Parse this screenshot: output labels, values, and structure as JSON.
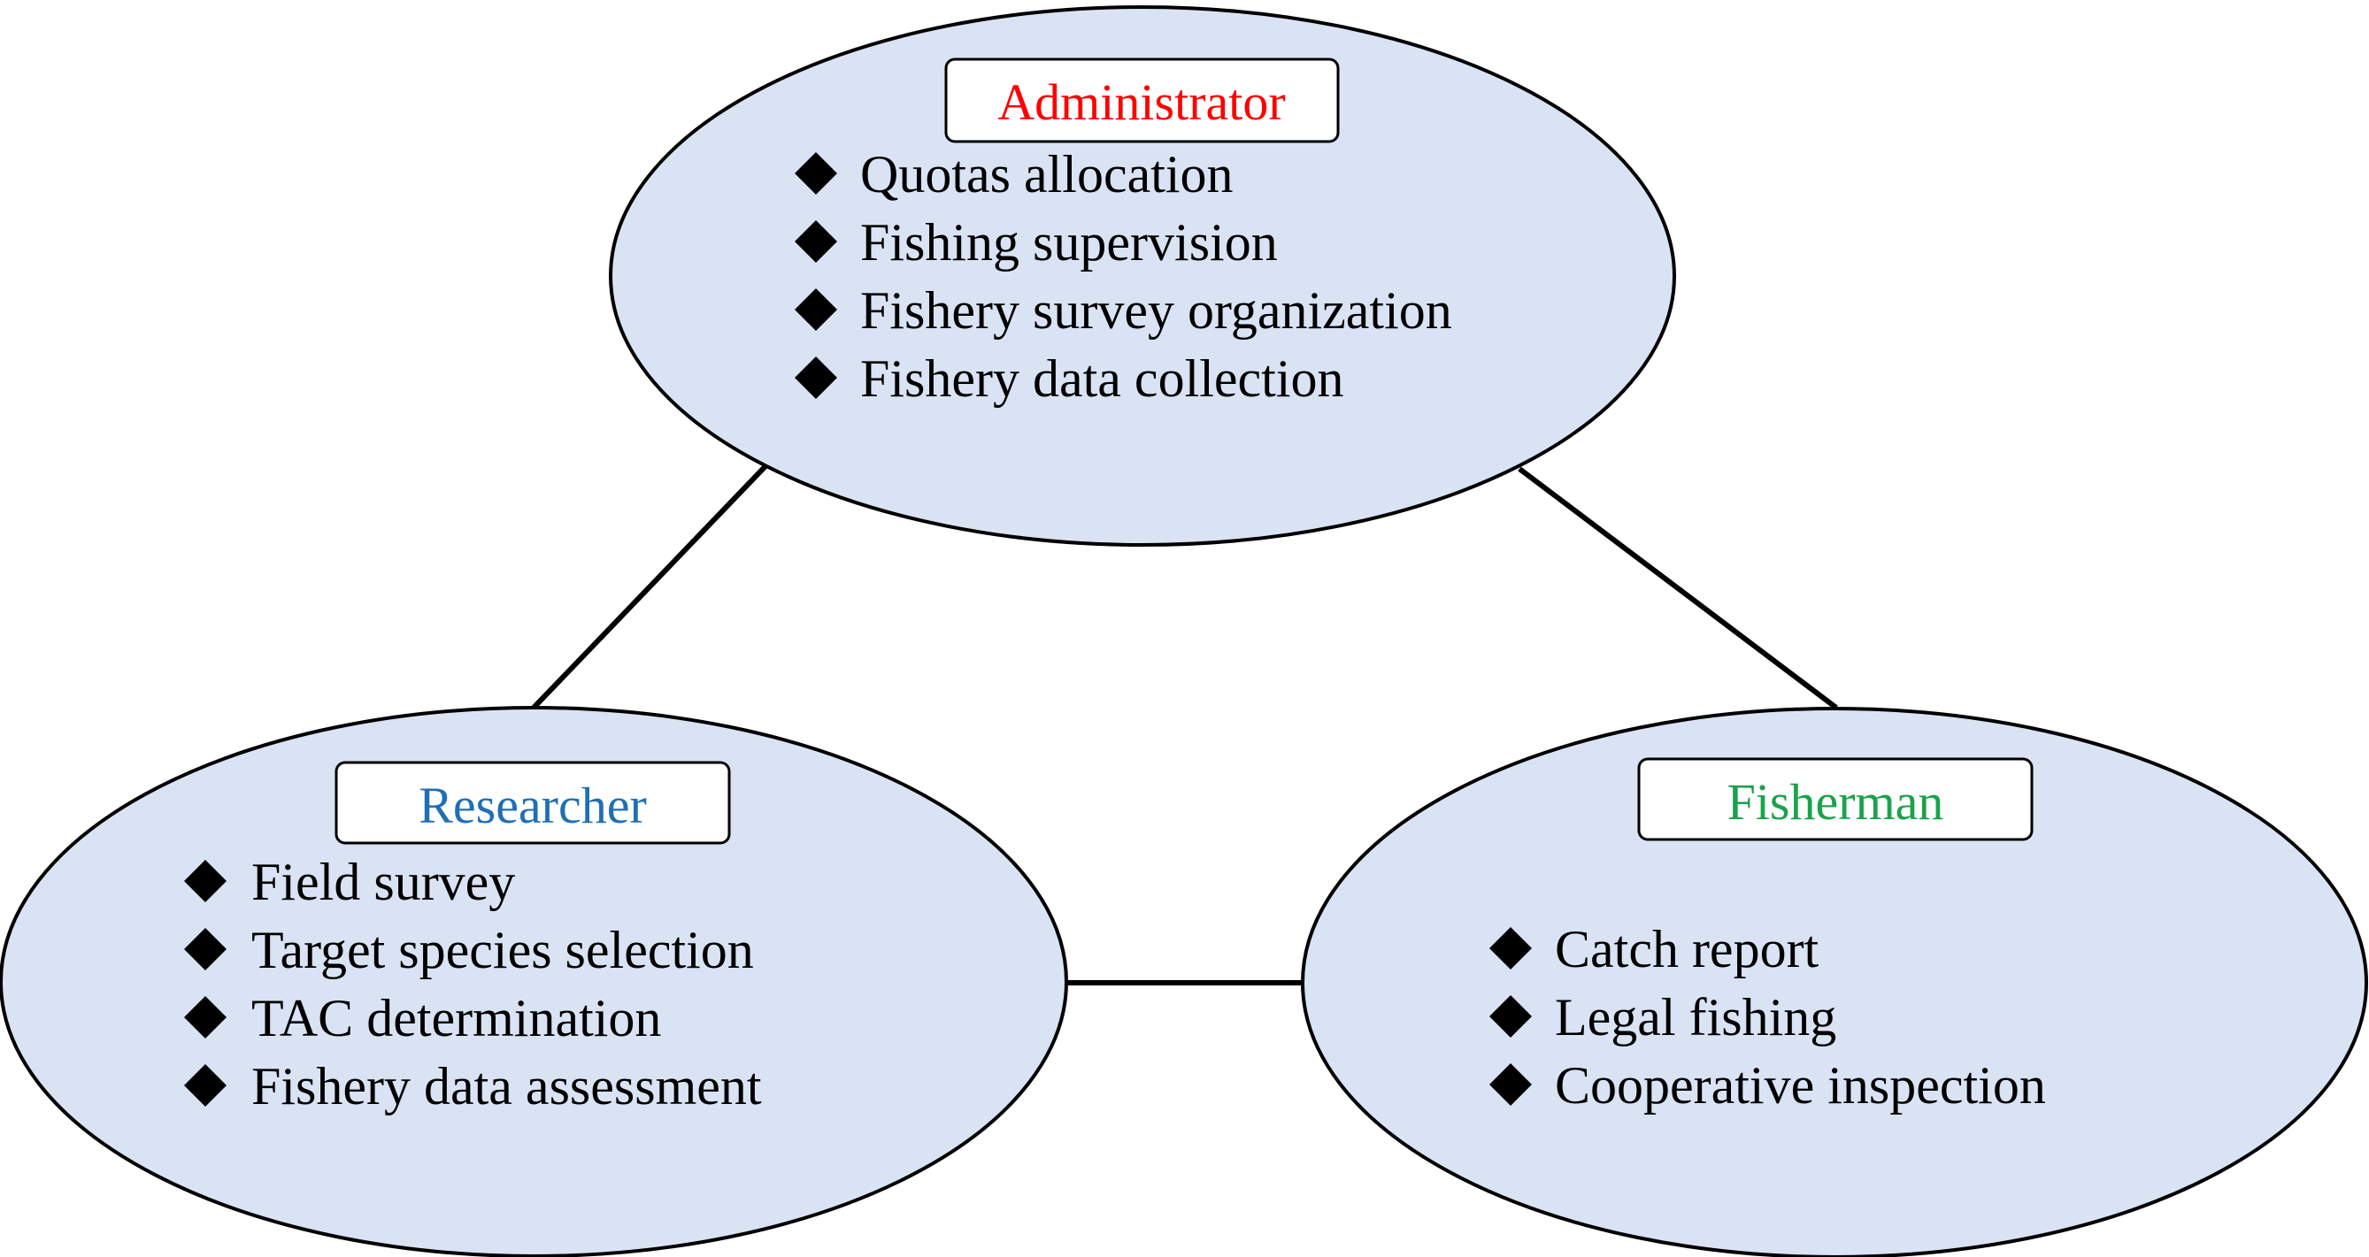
{
  "colors": {
    "ellipse_fill": "#d9e3f3",
    "administrator_title": "#ff0000",
    "researcher_title": "#1f6fb5",
    "fisherman_title": "#1aa34a",
    "bullet_icon": "#000000"
  },
  "bullet_icon": "black-diamond-icon",
  "administrator": {
    "title": "Administrator",
    "items": [
      "Quotas allocation",
      "Fishing supervision",
      "Fishery survey organization",
      "Fishery data collection"
    ]
  },
  "researcher": {
    "title": "Researcher",
    "items": [
      "Field survey",
      "Target species selection",
      "TAC determination",
      "Fishery data assessment"
    ]
  },
  "fisherman": {
    "title": "Fisherman",
    "items": [
      "Catch report",
      "Legal fishing",
      "Cooperative inspection"
    ]
  }
}
